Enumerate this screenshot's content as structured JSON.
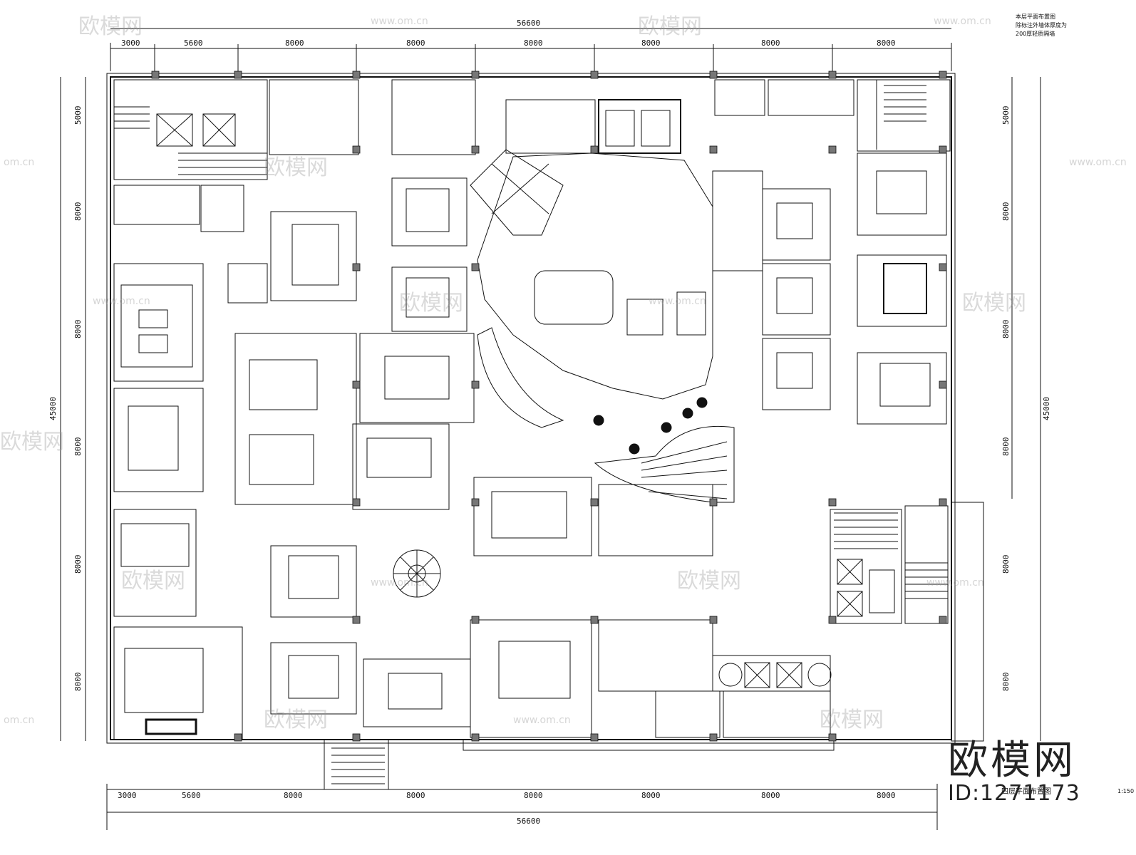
{
  "overall_dimension": "56600",
  "overall_height": "45000",
  "left_height": "45000",
  "top_bays": [
    "3000",
    "5600",
    "8000",
    "8000",
    "8000",
    "8000",
    "8000",
    "8000"
  ],
  "bottom_bays": [
    "3000",
    "5600",
    "8000",
    "8000",
    "8000",
    "8000",
    "8000",
    "8000"
  ],
  "left_rows": [
    "5000",
    "8000",
    "8000",
    "8000",
    "8000",
    "8000"
  ],
  "right_rows": [
    "5000",
    "8000",
    "8000",
    "8000",
    "8000",
    "8000"
  ],
  "watermark": {
    "brand": "欧模网",
    "id_text": "ID:1271173",
    "url": "www.om.cn",
    "url_short": "om.cn"
  },
  "drawing_title": "四层平面布置图",
  "scale": "1:150",
  "notes": [
    "本层平面布置图",
    "除标注外墙体厚度为",
    "200厚轻质隔墙"
  ],
  "colors": {
    "line": "#111111",
    "background": "#ffffff"
  }
}
